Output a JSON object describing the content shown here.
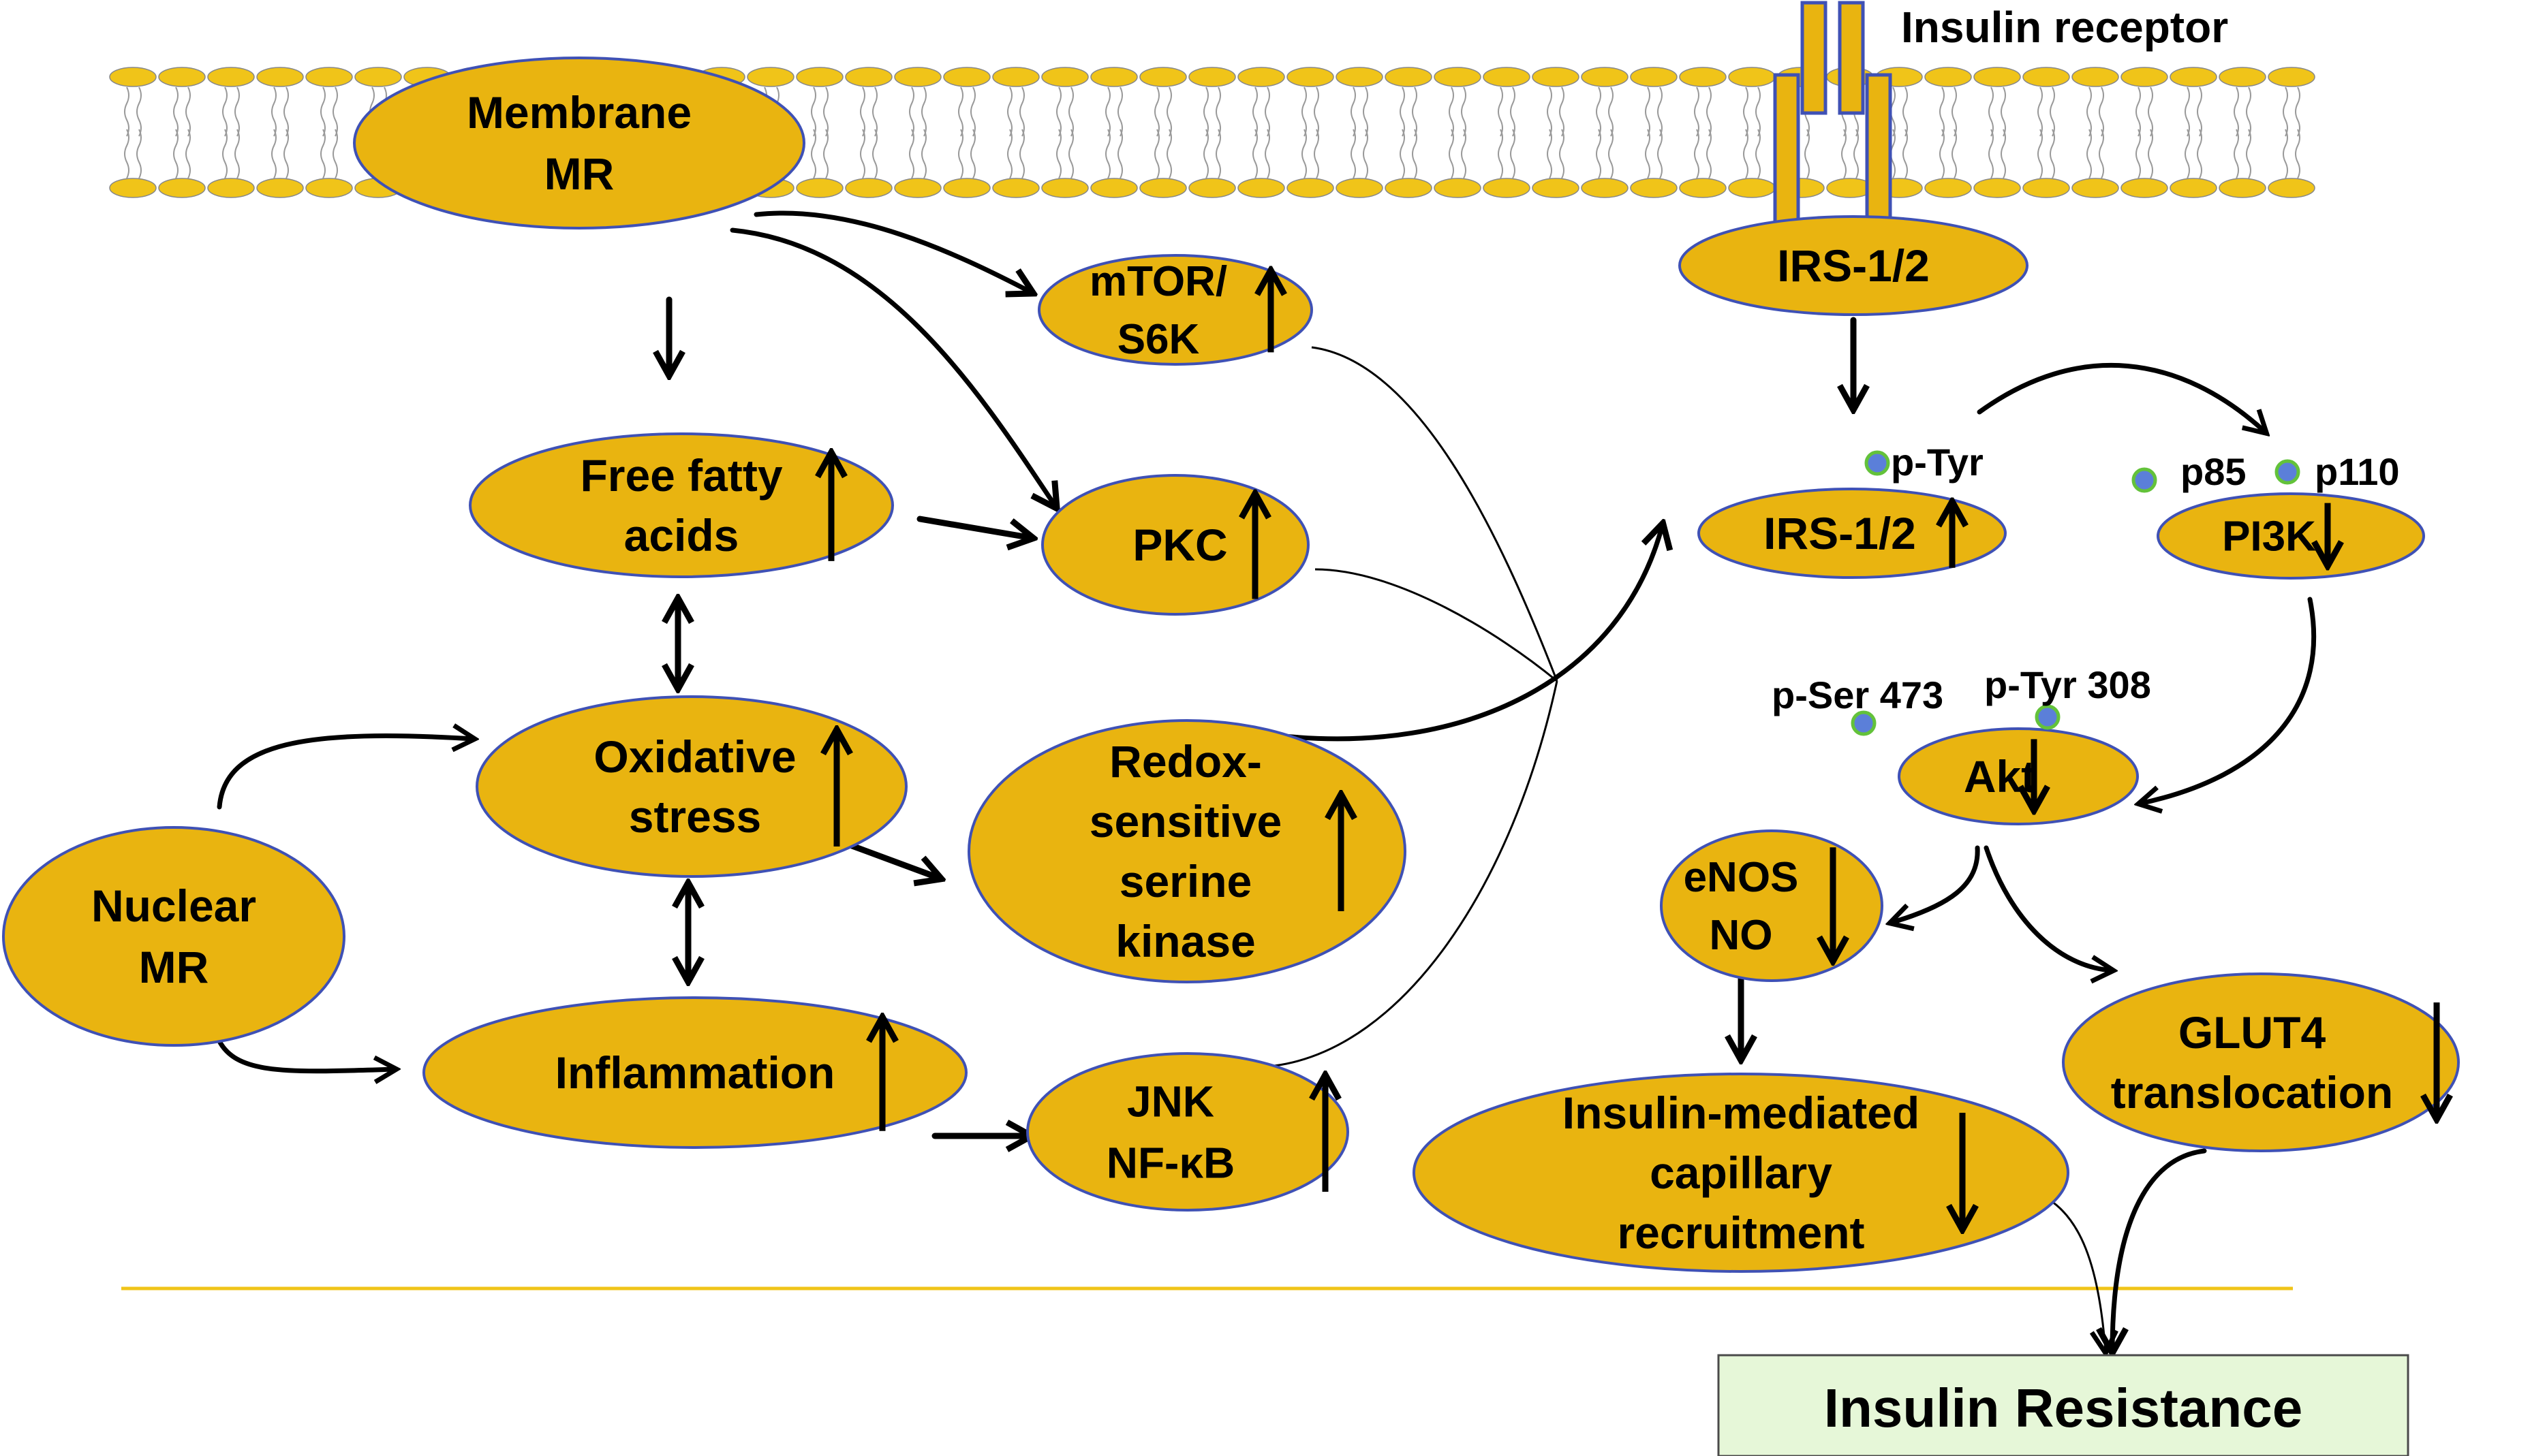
{
  "colors": {
    "node_fill": "#e9b410",
    "node_stroke": "#3f51b5",
    "outcome_fill": "#e6f7d8",
    "outcome_stroke": "#4a4a4a",
    "phospho_dot": "#5b7fd9",
    "phospho_dot_ring": "#63c23a",
    "membrane_head": "#f0c419",
    "divider": "#f0c419"
  },
  "receptor": {
    "label": "Insulin receptor"
  },
  "nodes": {
    "membrane_mr": {
      "lines": [
        "Membrane",
        "MR"
      ]
    },
    "mtor": {
      "lines": [
        "mTOR/",
        "S6K"
      ],
      "trend": "up"
    },
    "irs_top": {
      "lines": [
        "IRS-1/2"
      ]
    },
    "ffa": {
      "lines": [
        "Free fatty",
        "acids"
      ],
      "trend": "up"
    },
    "pkc": {
      "lines": [
        "PKC"
      ],
      "trend": "up"
    },
    "irs_mid": {
      "lines": [
        "IRS-1/2"
      ],
      "trend": "up"
    },
    "pi3k": {
      "lines": [
        "PI3K"
      ],
      "trend": "down"
    },
    "oxidative": {
      "lines": [
        "Oxidative",
        "stress"
      ],
      "trend": "up"
    },
    "redox": {
      "lines": [
        "Redox-",
        "sensitive",
        "serine",
        "kinase"
      ],
      "trend": "up"
    },
    "akt": {
      "lines": [
        "Akt"
      ],
      "trend": "down"
    },
    "nuclear_mr": {
      "lines": [
        "Nuclear",
        "MR"
      ]
    },
    "enos": {
      "lines": [
        "eNOS",
        "NO"
      ],
      "trend": "down"
    },
    "inflammation": {
      "lines": [
        "Inflammation"
      ],
      "trend": "up"
    },
    "glut4": {
      "lines": [
        "GLUT4",
        "translocation"
      ],
      "trend": "down"
    },
    "jnk": {
      "lines": [
        "JNK",
        "NF-κB"
      ],
      "trend": "up"
    },
    "capillary": {
      "lines": [
        "Insulin-mediated",
        "capillary",
        "recruitment"
      ],
      "trend": "down"
    }
  },
  "phospho_labels": {
    "irs_ptyr": "p-Tyr",
    "p85": "p85",
    "p110": "p110",
    "akt_pser": "p-Ser 473",
    "akt_ptyr": "p-Tyr 308"
  },
  "outcome": {
    "label": "Insulin Resistance"
  }
}
